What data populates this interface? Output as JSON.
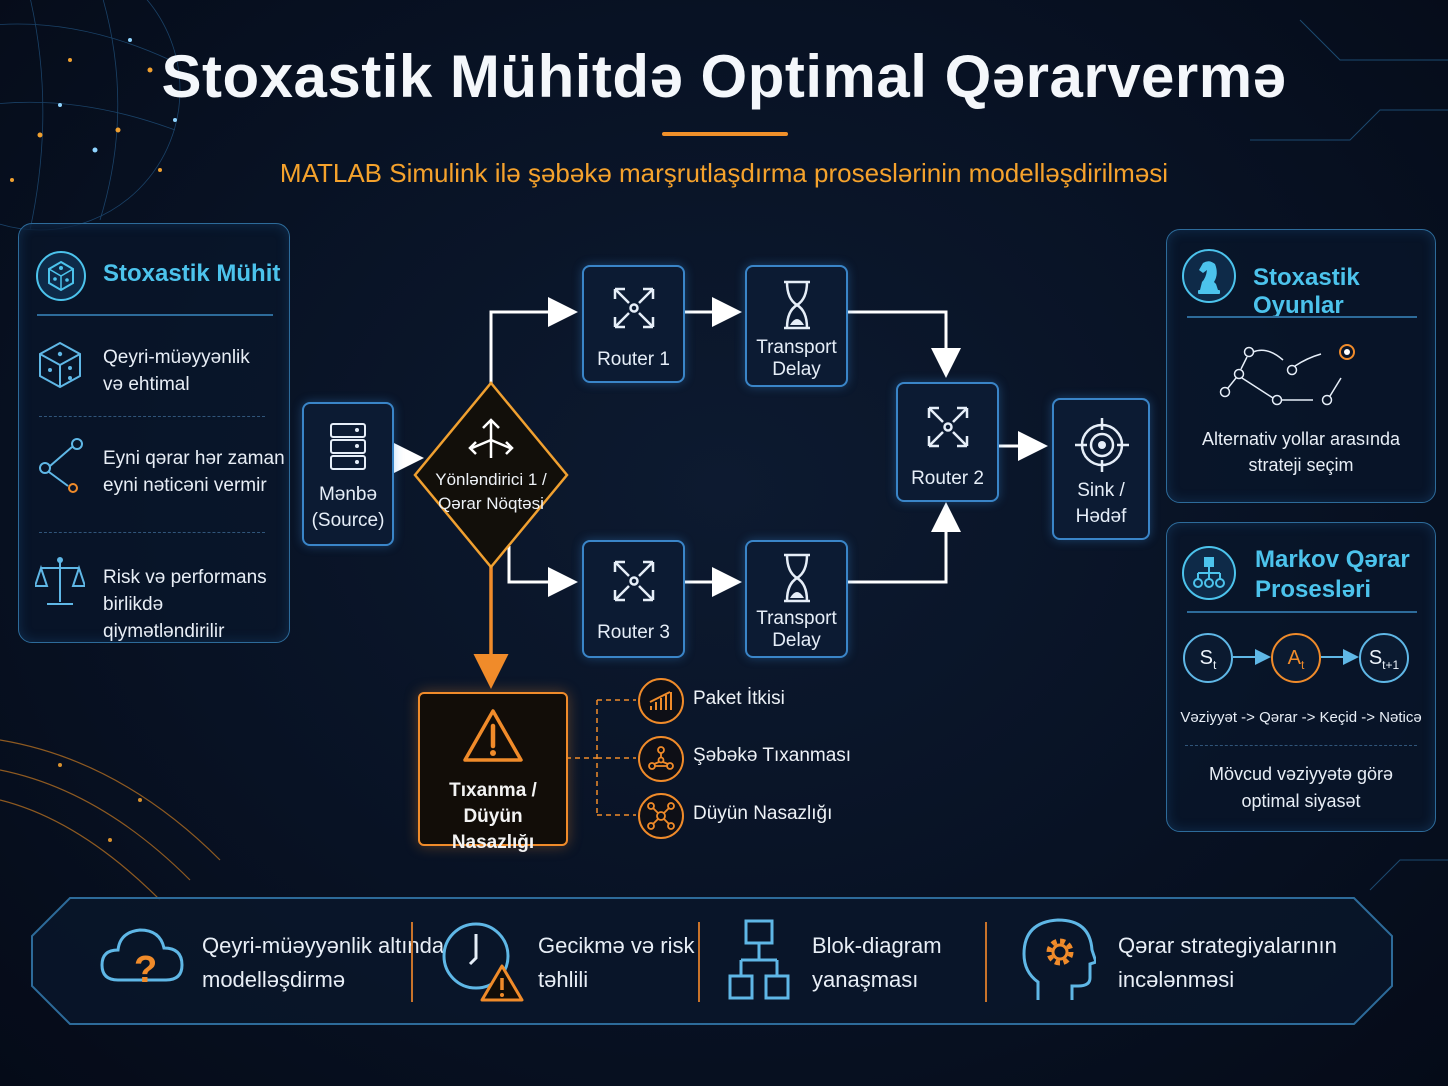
{
  "title": "Stoxastik Mühitdə Optimal Qərarvermə",
  "subtitle": "MATLAB Simulink ilə şəbəkə marşrutlaşdırma proseslərinin modelləşdirilməsi",
  "left_panel": {
    "title": "Stoxastik Mühit",
    "items": [
      {
        "icon": "dice-icon",
        "line1": "Qeyri-müəyyənlik",
        "line2": "və ehtimal"
      },
      {
        "icon": "branch-icon",
        "line1": "Eyni qərar hər zaman",
        "line2": "eyni nəticəni vermir"
      },
      {
        "icon": "scales-icon",
        "line1": "Risk və performans",
        "line2": "birlikdə qiymətləndirilir"
      }
    ]
  },
  "flow": {
    "source": {
      "line1": "Mənbə",
      "line2": "(Source)"
    },
    "decision": {
      "line1": "Yönləndirici 1 /",
      "line2": "Qərar Nöqtəsi"
    },
    "router1": "Router 1",
    "router2": "Router 2",
    "router3": "Router 3",
    "delay_top": {
      "line1": "Transport",
      "line2": "Delay"
    },
    "delay_bottom": {
      "line1": "Transport",
      "line2": "Delay"
    },
    "sink": {
      "line1": "Sink /",
      "line2": "Hədəf"
    },
    "failure": {
      "line1": "Tıxanma /",
      "line2": "Düyün Nasazlığı"
    },
    "failure_types": [
      "Paket İtkisi",
      "Şəbəkə Tıxanması",
      "Düyün Nasazlığı"
    ]
  },
  "right_top": {
    "title": "Stoxastik Oyunlar",
    "text1": "Alternativ yollar arasında",
    "text2": "strateji seçim"
  },
  "right_bottom": {
    "title1": "Markov Qərar",
    "title2": "Prosesləri",
    "states": [
      "S",
      "A",
      "S"
    ],
    "subs": [
      "t",
      "t",
      "t+1"
    ],
    "caption": "Vəziyyət -> Qərar -> Keçid -> Nəticə",
    "text1": "Mövcud vəziyyətə görə",
    "text2": "optimal siyasət"
  },
  "bottom": [
    {
      "icon": "cloud-question-icon",
      "line1": "Qeyri-müəyyənlik altında",
      "line2": "modelləşdirmə"
    },
    {
      "icon": "clock-warning-icon",
      "line1": "Gecikmə və risk",
      "line2": "təhlili"
    },
    {
      "icon": "block-diagram-icon",
      "line1": "Blok-diagram",
      "line2": "yanaşması"
    },
    {
      "icon": "head-gear-icon",
      "line1": "Qərar strategiyalarının",
      "line2": "incələnməsi"
    }
  ],
  "colors": {
    "accent_orange": "#f08b2a",
    "accent_cyan": "#4cc3ec",
    "node_border": "#3a85c8"
  }
}
